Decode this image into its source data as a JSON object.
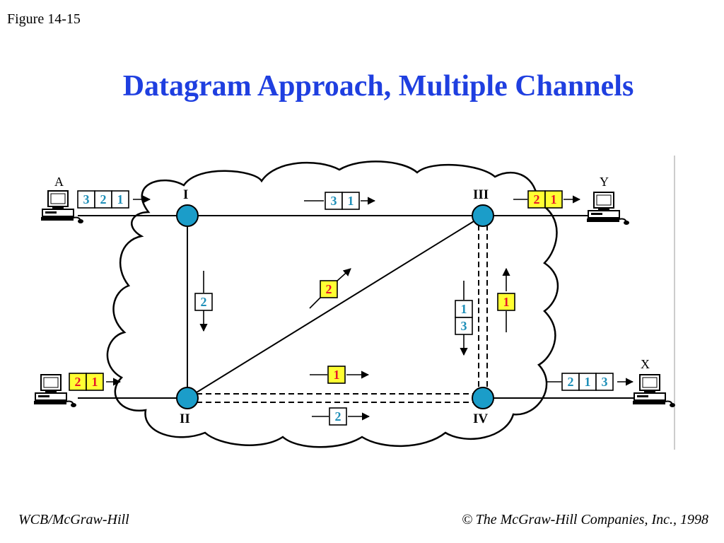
{
  "figure_label": "Figure 14-15",
  "title": "Datagram Approach, Multiple Channels",
  "footer": {
    "left": "WCB/McGraw-Hill",
    "copyright_symbol": "©",
    "right": "The McGraw-Hill Companies, Inc., 1998"
  },
  "colors": {
    "title": "#1f3fe0",
    "node_fill": "#1b9dc9",
    "packet_normal_text": "#1f8fb8",
    "packet_highlight_fill": "#ffff33",
    "packet_highlight_text": "#e6182a"
  },
  "stations": {
    "a": "A",
    "y": "Y",
    "x": "X",
    "icon": "computer-icon"
  },
  "nodes": {
    "n1": "I",
    "n2": "II",
    "n3": "III",
    "n4": "IV"
  },
  "packets": {
    "from_a": [
      "3",
      "2",
      "1"
    ],
    "i_to_iii": [
      "3",
      "1"
    ],
    "to_y": [
      "2",
      "1"
    ],
    "i_to_ii": [
      "2"
    ],
    "ii_to_iii": [
      "2"
    ],
    "iii_to_iv": [
      "1",
      "3"
    ],
    "iv_to_iii": [
      "1"
    ],
    "from_left_lower": [
      "2",
      "1"
    ],
    "ii_to_iv_upper": [
      "1"
    ],
    "ii_to_iv_lower": [
      "2"
    ],
    "to_x": [
      "2",
      "1",
      "3"
    ]
  }
}
